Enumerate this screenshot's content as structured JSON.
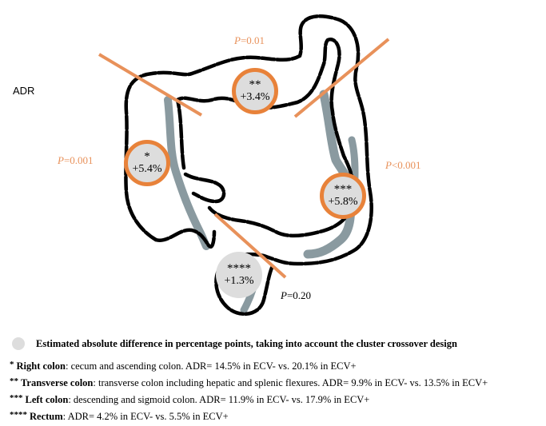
{
  "diagram": {
    "adr_label": "ADR",
    "p_values": [
      {
        "p": "P",
        "value": "=0.01"
      },
      {
        "p": "P",
        "value": "=0.001"
      },
      {
        "p": "P",
        "value": "<0.001"
      },
      {
        "p": "P",
        "value": "=0.20"
      }
    ],
    "segments": [
      {
        "stars": "**",
        "value": "+3.4%"
      },
      {
        "stars": "*",
        "value": "+5.4%"
      },
      {
        "stars": "***",
        "value": "+5.8%"
      },
      {
        "stars": "****",
        "value": "+1.3%"
      }
    ],
    "colors": {
      "outline": "#000000",
      "divider": "#e8915a",
      "circle_border": "#e8823a",
      "badge_fill": "#dddddd",
      "mucosa": "#8a9aa0"
    }
  },
  "legend": {
    "key_text": "Estimated absolute difference in percentage points, taking into account the cluster crossover design",
    "notes": [
      {
        "stars": "*",
        "segment": "Right colon",
        "text": ": cecum and ascending colon. ADR= 14.5% in ECV- vs. 20.1% in ECV+"
      },
      {
        "stars": "**",
        "segment": "Transverse colon",
        "text": ": transverse colon including hepatic and splenic flexures. ADR= 9.9% in ECV- vs. 13.5% in ECV+"
      },
      {
        "stars": "***",
        "segment": "Left colon",
        "text": ": descending and sigmoid colon. ADR= 11.9% in ECV- vs. 17.9% in ECV+"
      },
      {
        "stars": "****",
        "segment": "Rectum",
        "text": ": ADR= 4.2% in ECV- vs. 5.5% in ECV+"
      }
    ]
  }
}
